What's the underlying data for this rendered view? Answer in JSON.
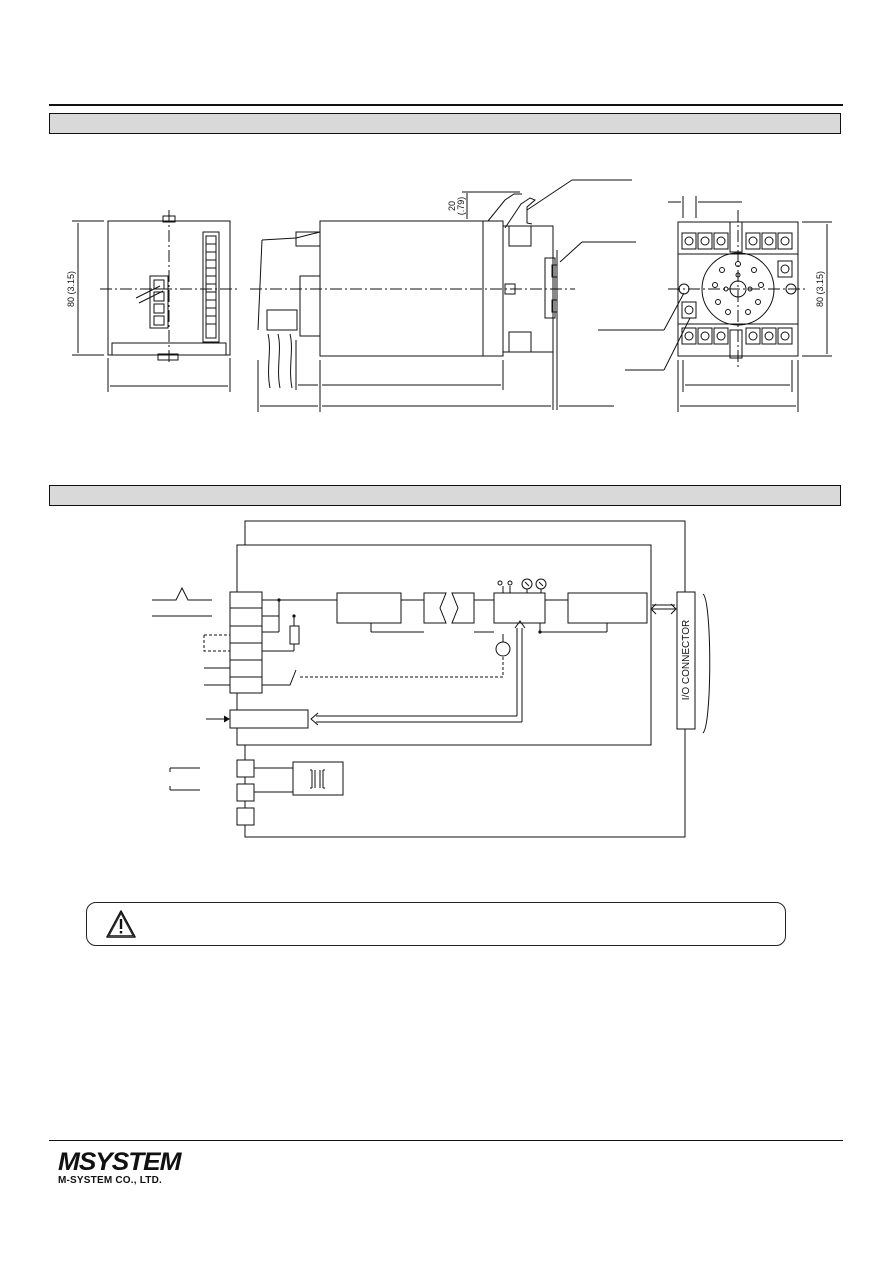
{
  "dimensions": {
    "front_height": "80 (3.15)",
    "side_top_dim": "20",
    "side_top_dim_inch": "(.79)",
    "socket_height": "80 (3.15)"
  },
  "block_diagram": {
    "connector_label": "I/O CONNECTOR"
  },
  "footer": {
    "logo": "MSYSTEM",
    "company": "M-SYSTEM CO., LTD."
  }
}
